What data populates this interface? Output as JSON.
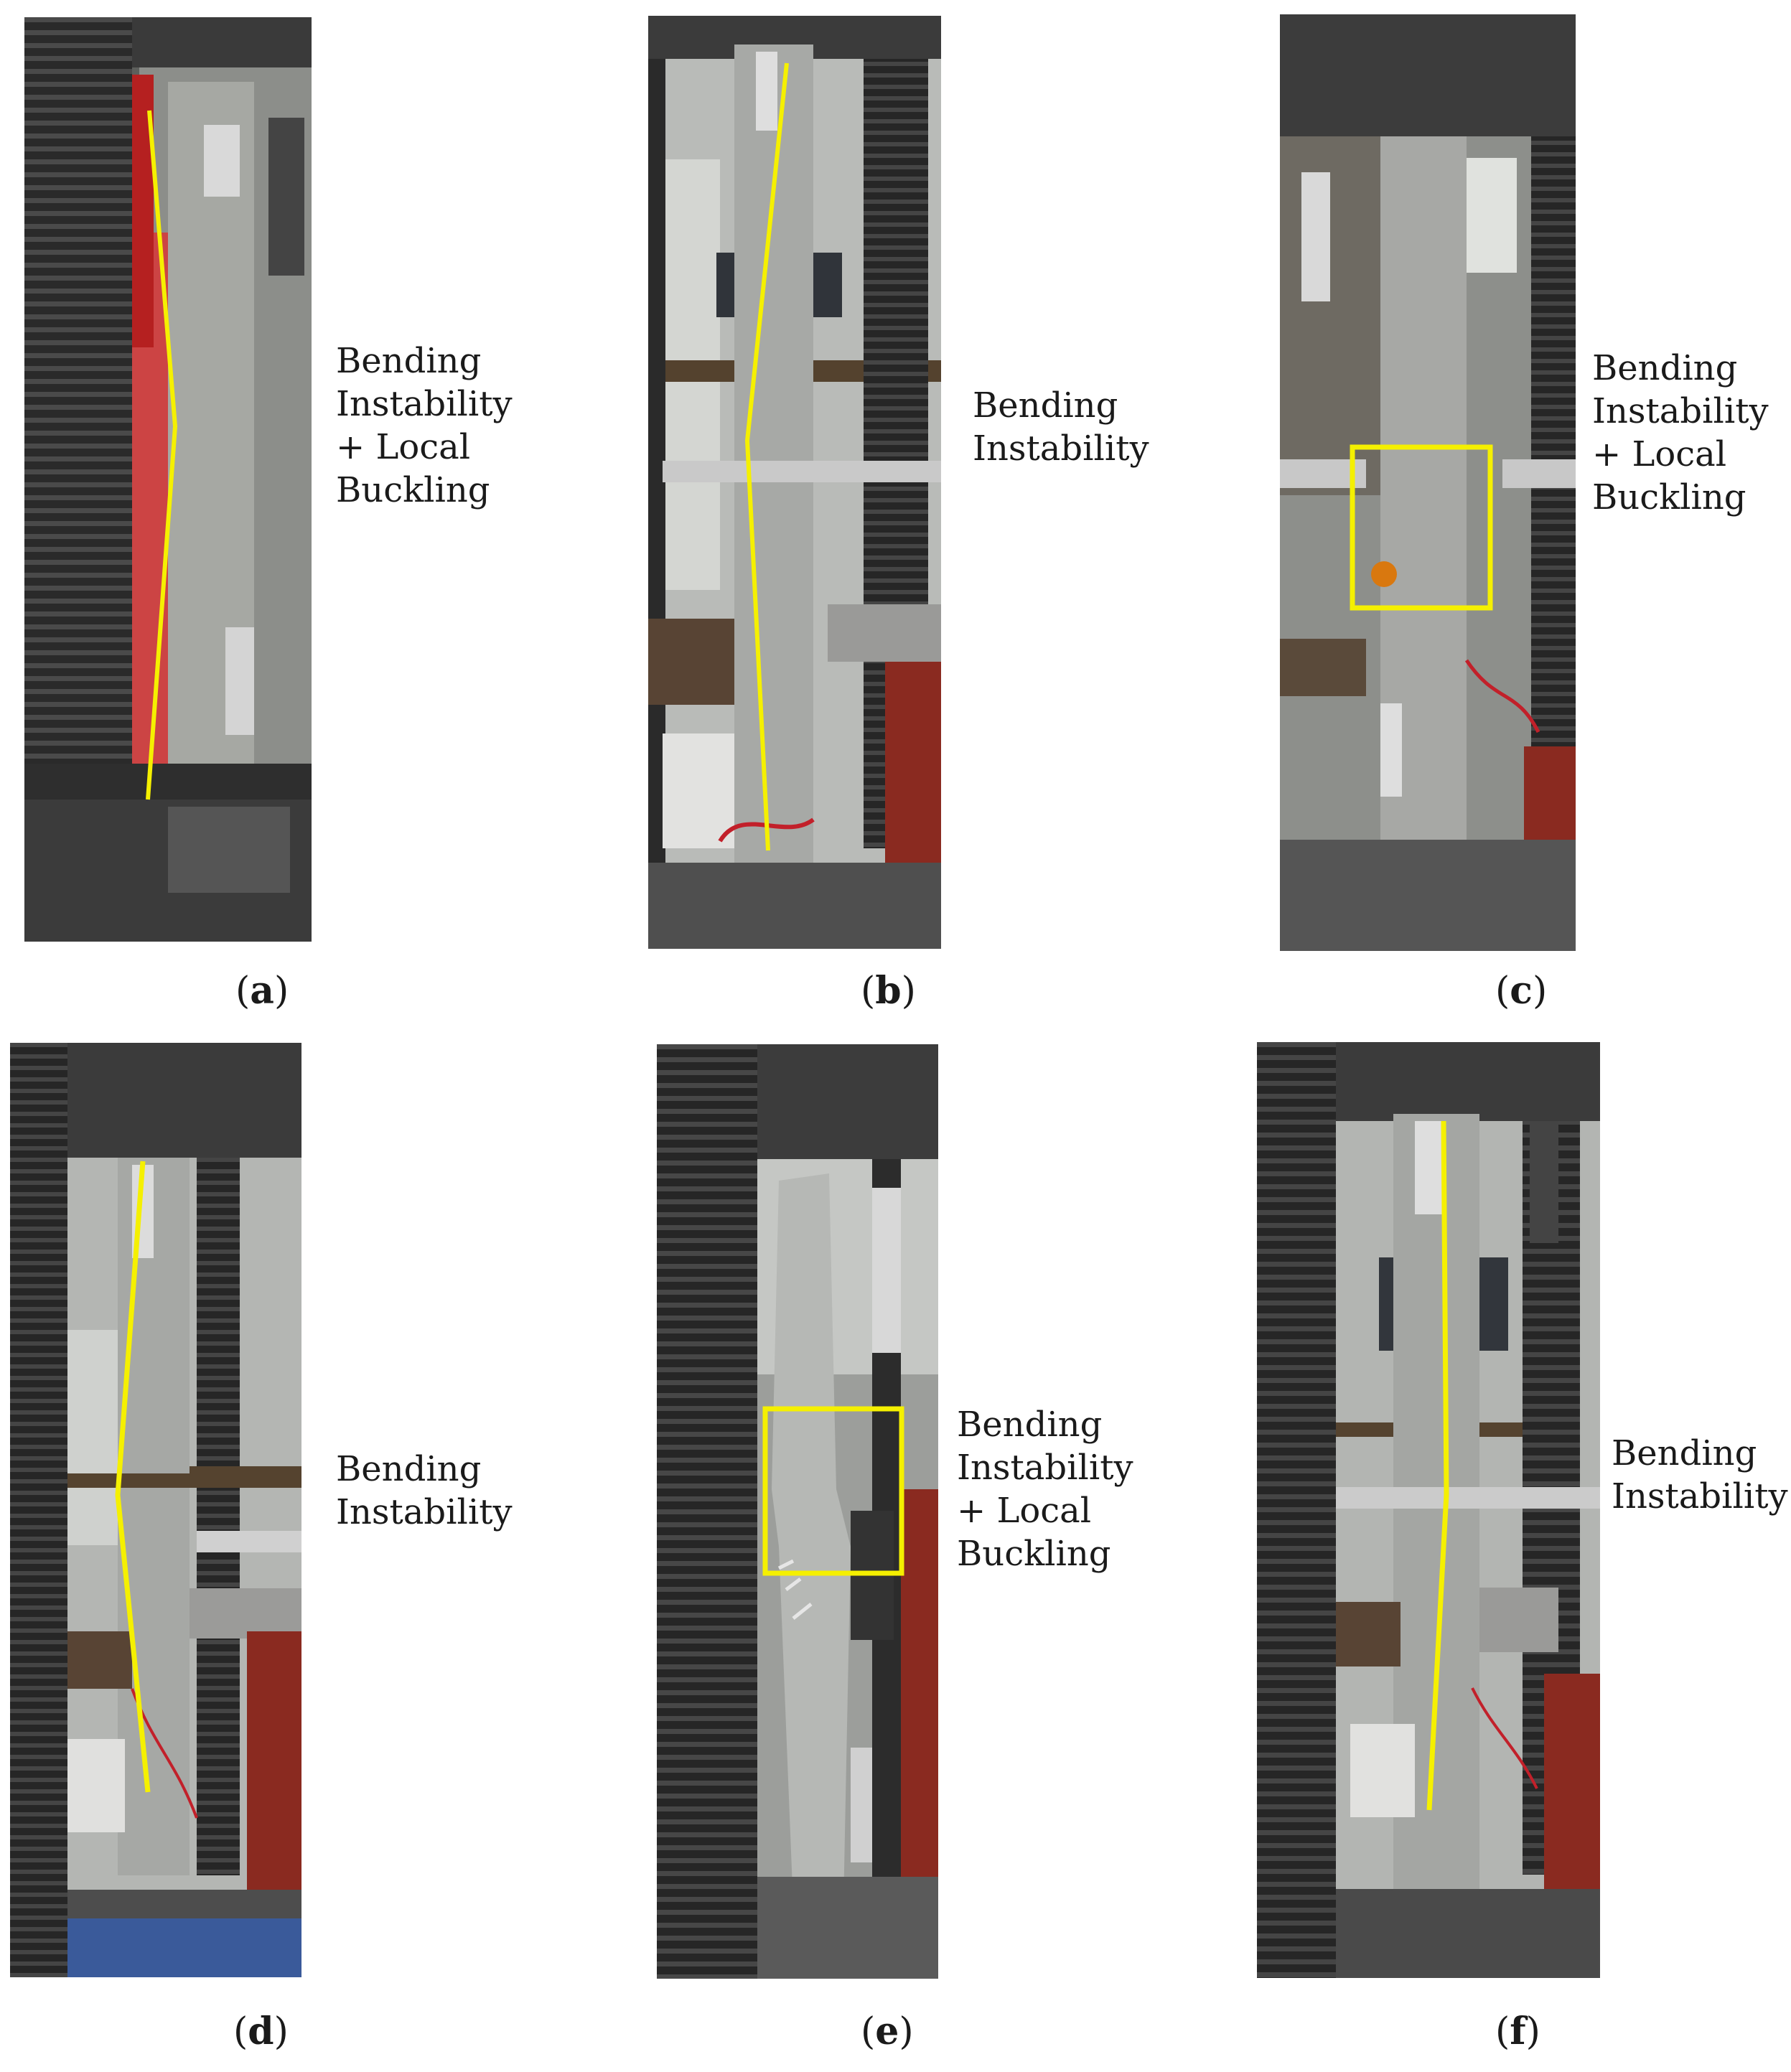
{
  "accent_color": "#f5f000",
  "panels": [
    {
      "id": "a",
      "caption_open": "(",
      "letter": "a",
      "caption_close": ")",
      "lines": [
        "Bending",
        "Instability",
        "+ Local",
        "Buckling"
      ]
    },
    {
      "id": "b",
      "caption_open": "(",
      "letter": "b",
      "caption_close": ")",
      "lines": [
        "Bending",
        "Instability"
      ]
    },
    {
      "id": "c",
      "caption_open": "(",
      "letter": "c",
      "caption_close": ")",
      "lines": [
        "Bending",
        "Instability",
        "+ Local",
        "Buckling"
      ]
    },
    {
      "id": "d",
      "caption_open": "(",
      "letter": "d",
      "caption_close": ")",
      "lines": [
        "Bending",
        "Instability"
      ]
    },
    {
      "id": "e",
      "caption_open": "(",
      "letter": "e",
      "caption_close": ")",
      "lines": [
        "Bending",
        "Instability",
        "+ Local",
        "Buckling"
      ]
    },
    {
      "id": "f",
      "caption_open": "(",
      "letter": "f",
      "caption_close": ")",
      "lines": [
        "Bending",
        "Instability"
      ]
    }
  ]
}
